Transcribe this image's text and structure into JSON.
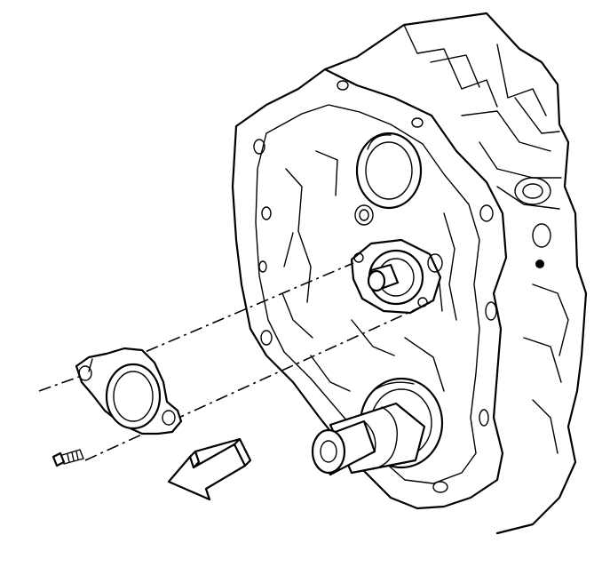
{
  "diagram": {
    "parts": [
      "engine-block",
      "front-cover-plate",
      "camshaft-thrust-plate",
      "crankshaft-snout",
      "bolt"
    ],
    "callouts": [],
    "colors": {
      "line": "#000000",
      "background": "#ffffff"
    },
    "icons": [
      "direction-arrow"
    ]
  }
}
